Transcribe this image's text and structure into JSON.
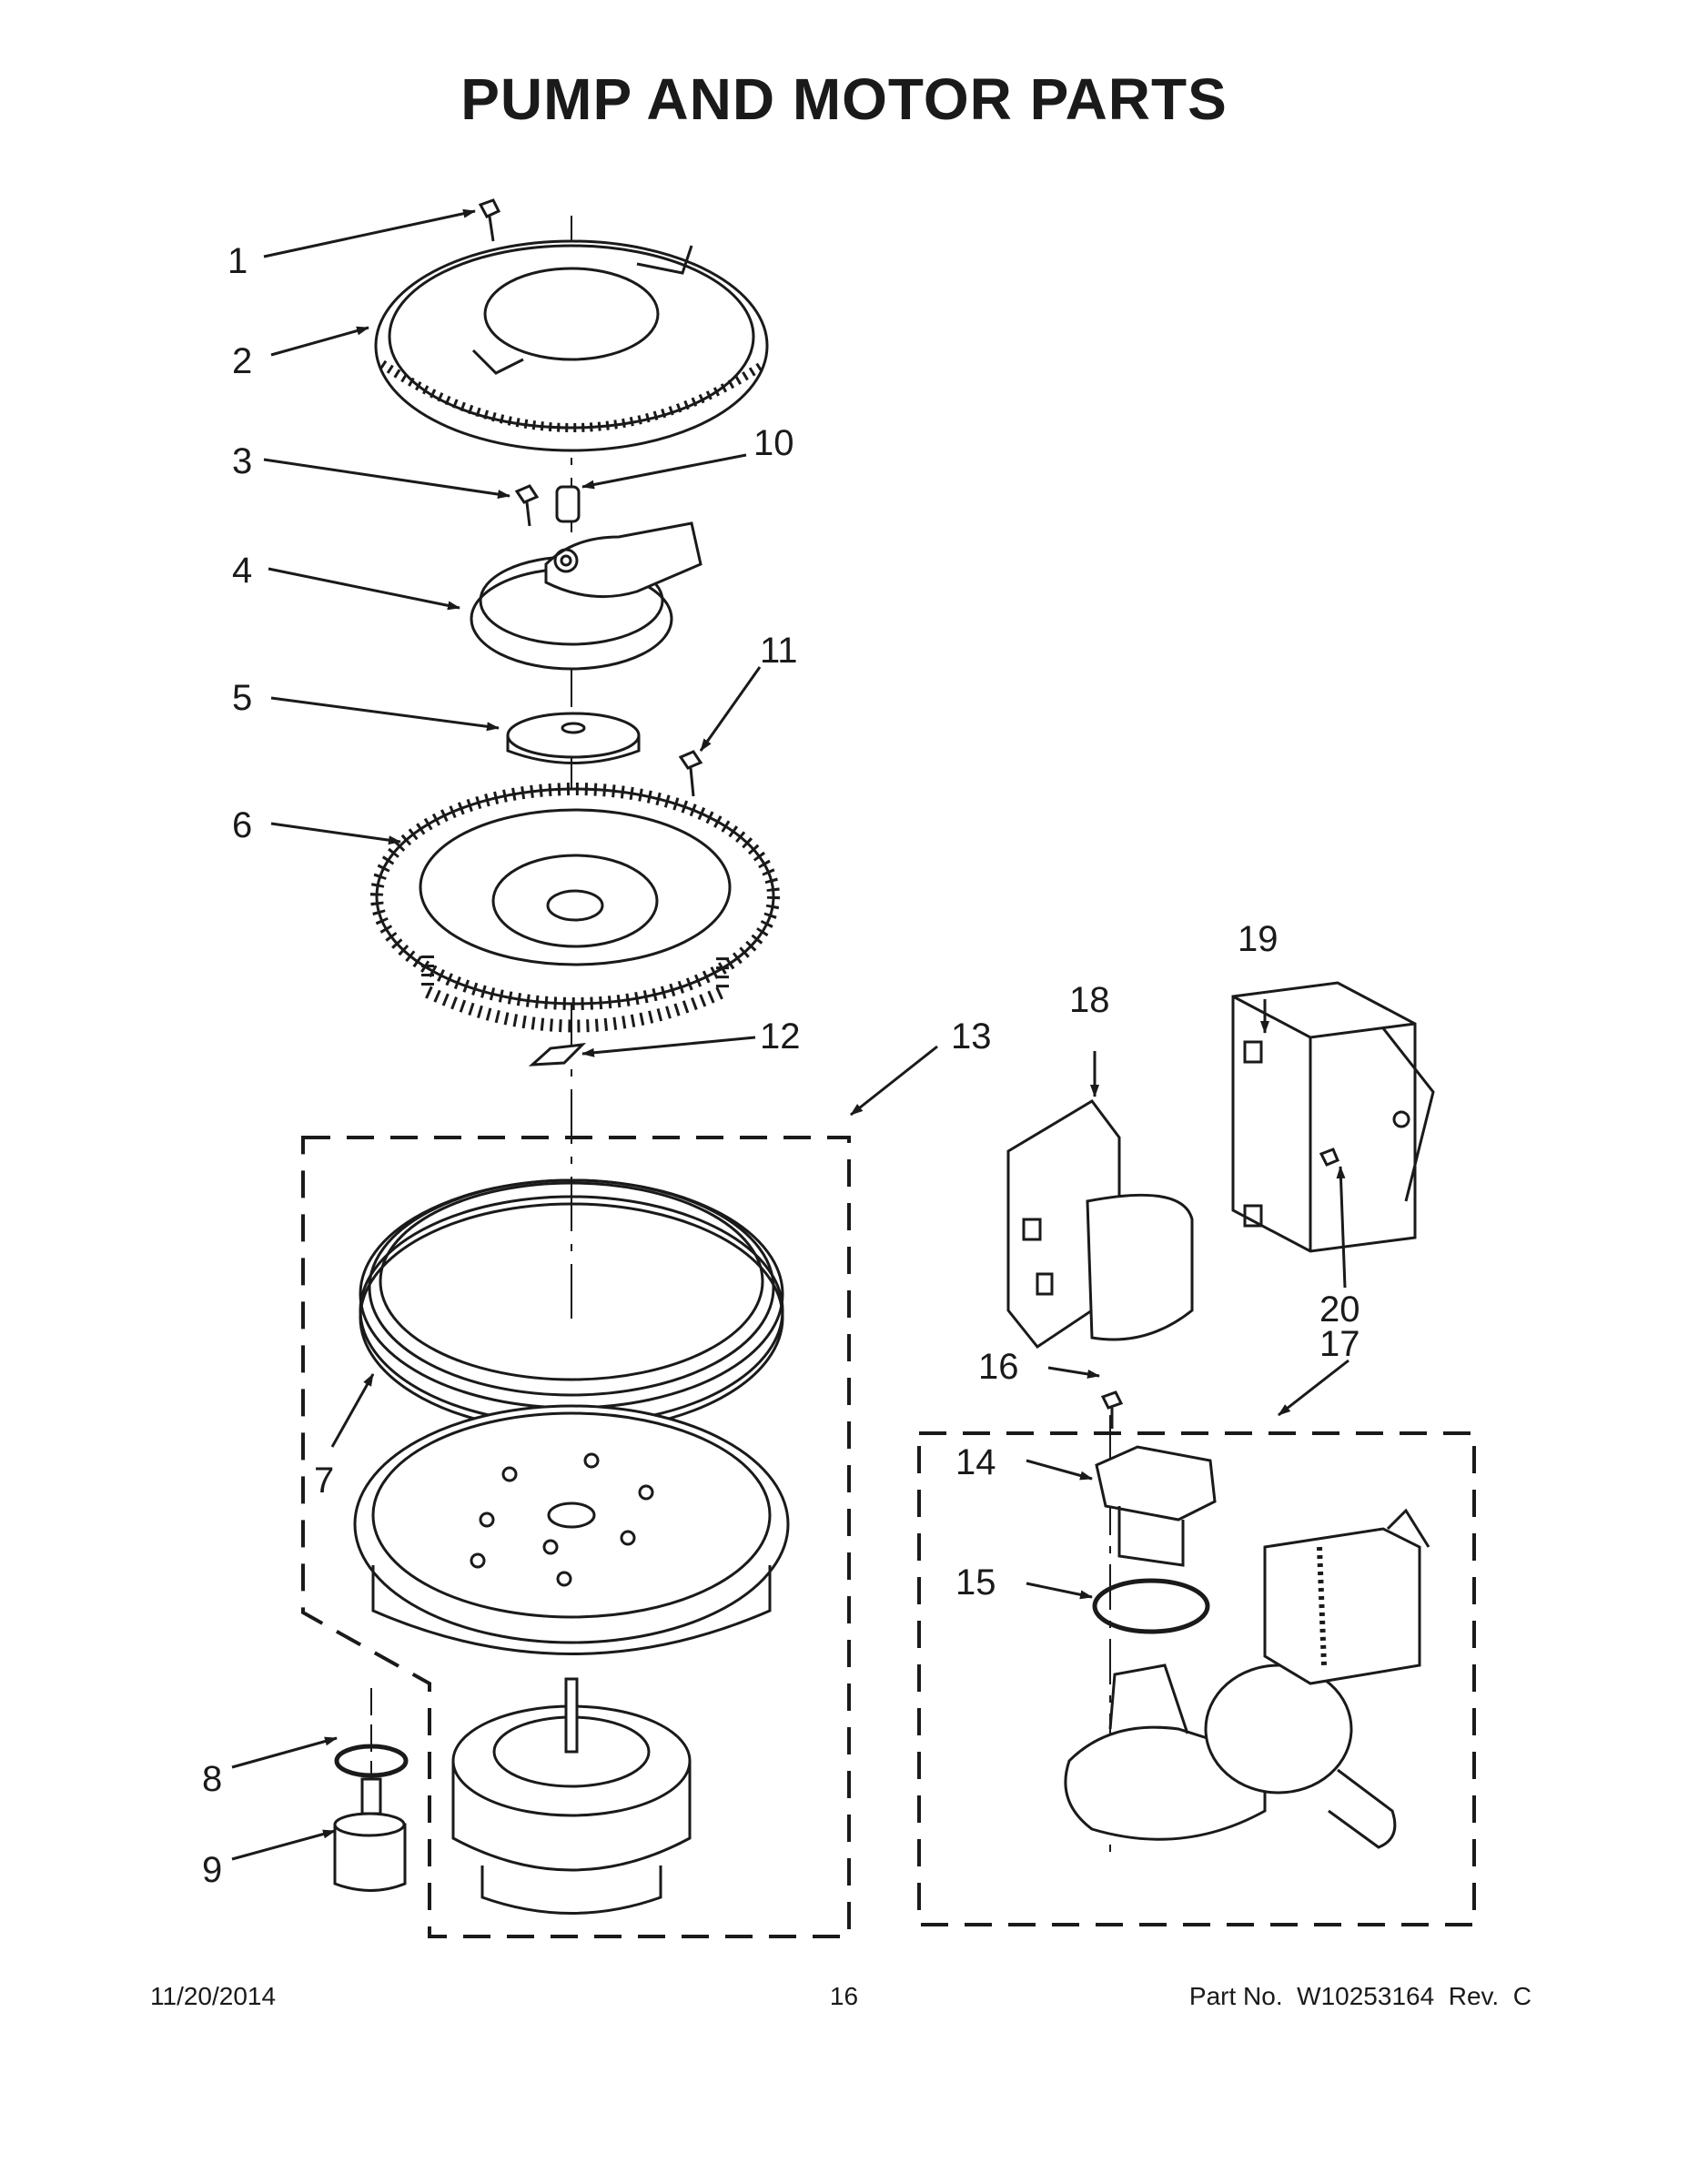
{
  "title": "PUMP AND MOTOR PARTS",
  "callouts": {
    "c1": "1",
    "c2": "2",
    "c3": "3",
    "c4": "4",
    "c5": "5",
    "c6": "6",
    "c7": "7",
    "c8": "8",
    "c9": "9",
    "c10": "10",
    "c11": "11",
    "c12": "12",
    "c13": "13",
    "c14": "14",
    "c15": "15",
    "c16": "16",
    "c17": "17",
    "c18": "18",
    "c19": "19",
    "c20": "20"
  },
  "footer": {
    "date": "11/20/2014",
    "page": "16",
    "part": "Part No.  W10253164  Rev.  C"
  }
}
